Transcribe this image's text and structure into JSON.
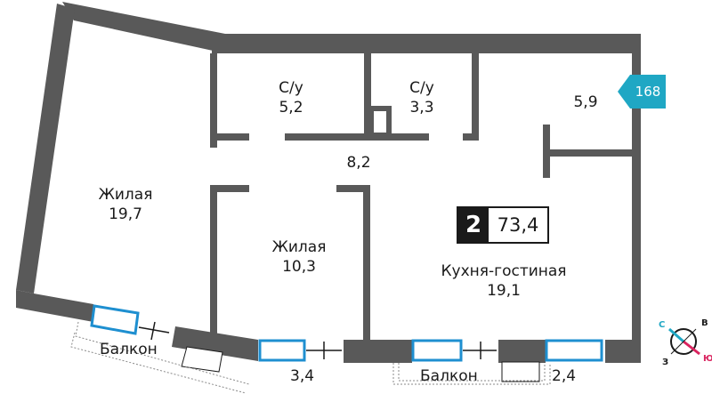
{
  "apartment": {
    "rooms": "2",
    "total_area": "73,4",
    "number": "168"
  },
  "rooms": [
    {
      "name": "С/у",
      "area": "5,2"
    },
    {
      "name": "С/у",
      "area": "3,3"
    },
    {
      "name": "",
      "area": "5,9"
    },
    {
      "name": "",
      "area": "8,2"
    },
    {
      "name": "Жилая",
      "area": "19,7"
    },
    {
      "name": "Жилая",
      "area": "10,3"
    },
    {
      "name": "Кухня-гостиная",
      "area": "19,1"
    }
  ],
  "balconies": [
    {
      "label": "Балкон"
    },
    {
      "label": "",
      "area": "3,4"
    },
    {
      "label": "Балкон",
      "area": "2,4"
    }
  ],
  "compass": {
    "n": "С",
    "e": "В",
    "s": "Ю",
    "w": "З"
  },
  "colors": {
    "wall": "#595959",
    "window": "#1e8fd0",
    "badge": "#1fa7c4",
    "compass_needle": "#d9235f",
    "compass_circle": "#1fa7c4"
  }
}
